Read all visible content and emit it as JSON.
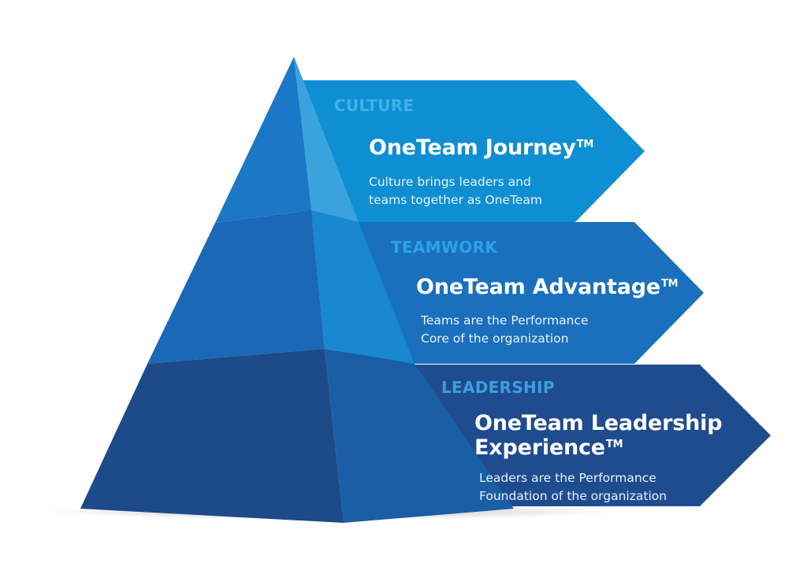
{
  "colors": {
    "culture_band": "#0f8fd3",
    "teamwork_band": "#1a70bd",
    "leadership_band": "#1f4c8f",
    "pyramid_top_left": "#1a78c6",
    "pyramid_top_right": "#3aa3dd",
    "pyramid_mid_left": "#1b68b6",
    "pyramid_mid_right": "#1787cf",
    "pyramid_base_left": "#1d4a89",
    "pyramid_base_right": "#1a5ea6",
    "category_culture": "#3fb1e6",
    "category_teamwork": "#2aa3e6",
    "category_leadership": "#3aa0e0"
  },
  "tiers": [
    {
      "id": "culture",
      "category": "CULTURE",
      "title": "OneTeam Journey",
      "trademark": "TM",
      "description": [
        "Culture brings leaders and",
        "teams together as OneTeam"
      ]
    },
    {
      "id": "teamwork",
      "category": "TEAMWORK",
      "title": "OneTeam Advantage",
      "trademark": "TM",
      "description": [
        "Teams are the Performance",
        "Core of the organization"
      ]
    },
    {
      "id": "leadership",
      "category": "LEADERSHIP",
      "title_lines": [
        "OneTeam Leadership",
        "Experience"
      ],
      "trademark": "TM",
      "description": [
        "Leaders are the Performance",
        "Foundation of the organization"
      ]
    }
  ]
}
